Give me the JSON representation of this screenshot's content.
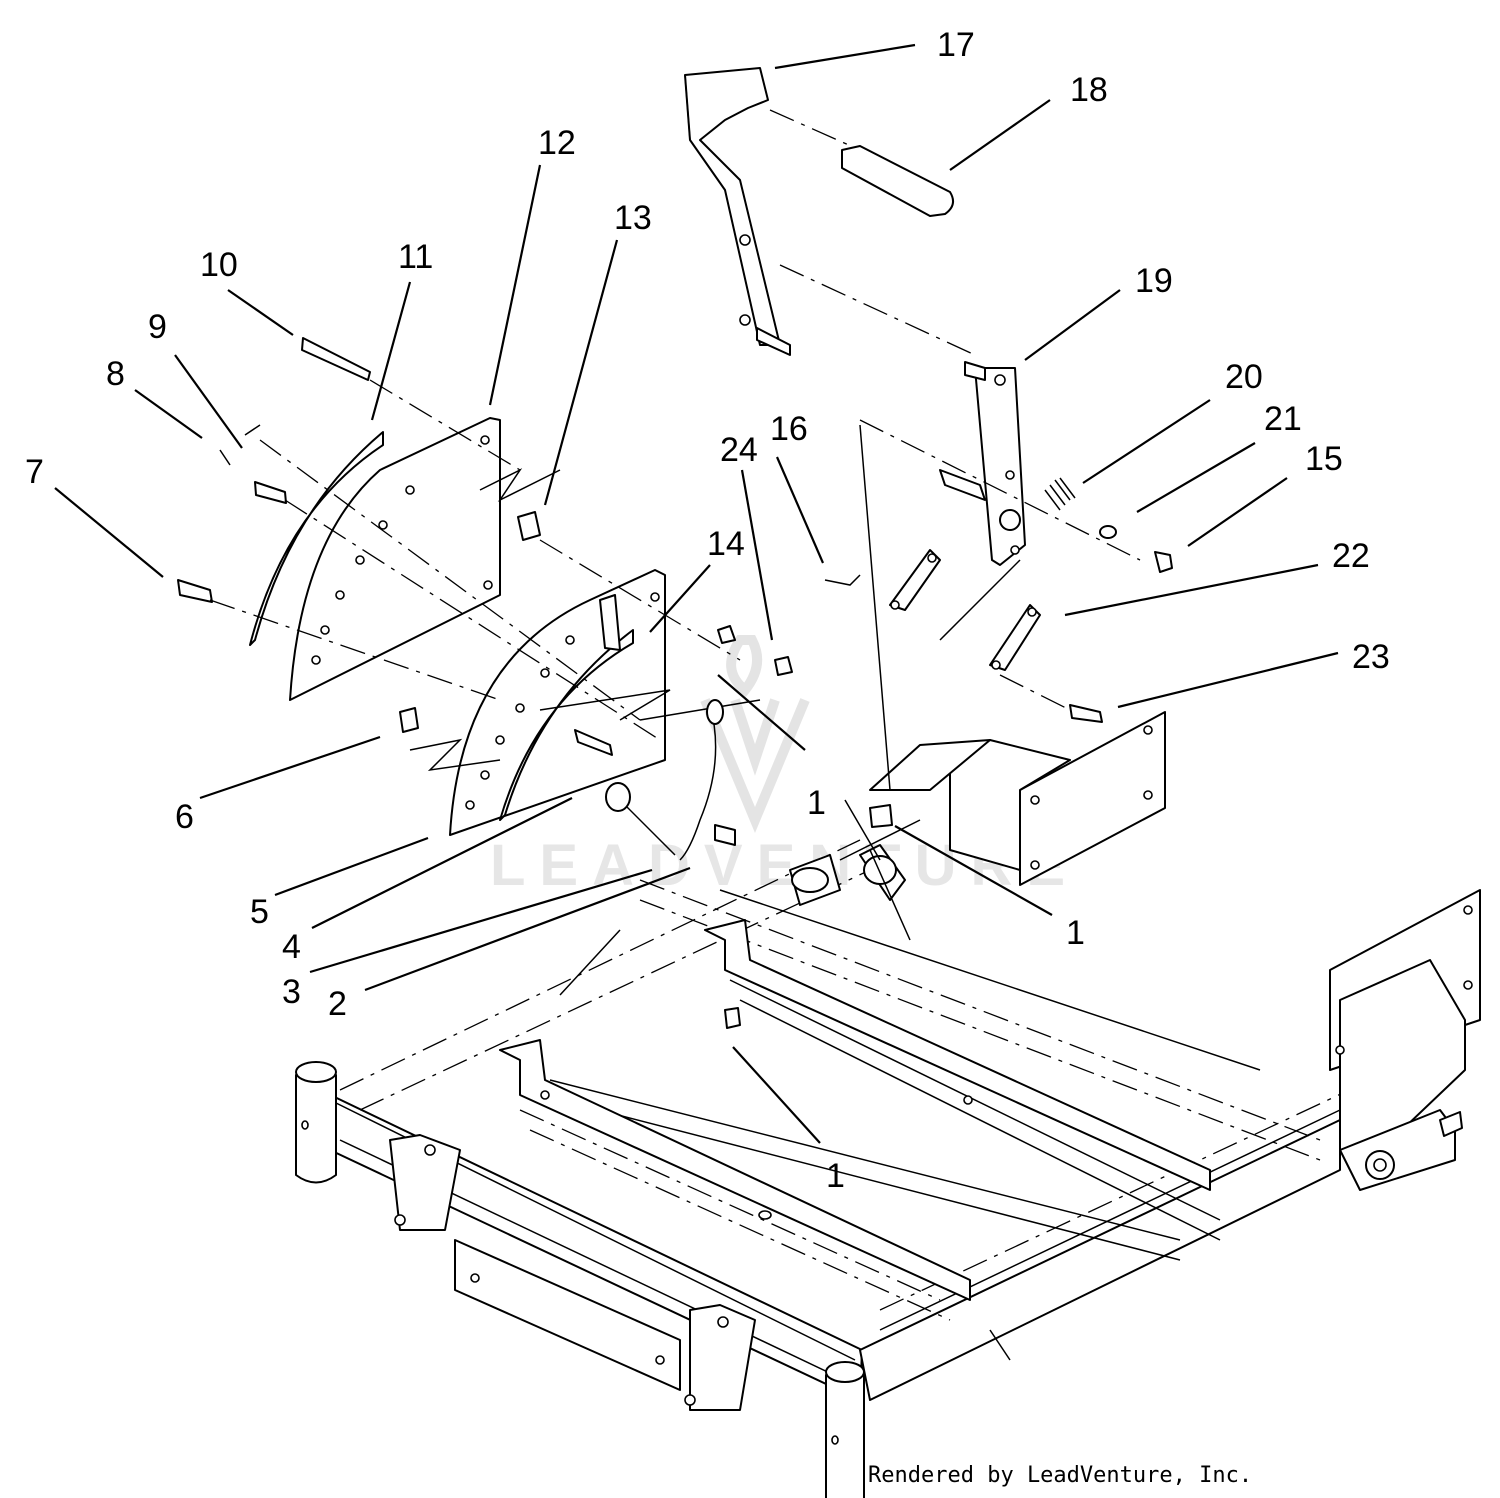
{
  "callouts": [
    {
      "id": "17",
      "label": "17"
    },
    {
      "id": "18",
      "label": "18"
    },
    {
      "id": "12",
      "label": "12"
    },
    {
      "id": "13",
      "label": "13"
    },
    {
      "id": "10",
      "label": "10"
    },
    {
      "id": "11",
      "label": "11"
    },
    {
      "id": "19",
      "label": "19"
    },
    {
      "id": "9",
      "label": "9"
    },
    {
      "id": "8",
      "label": "8"
    },
    {
      "id": "20",
      "label": "20"
    },
    {
      "id": "21",
      "label": "21"
    },
    {
      "id": "24",
      "label": "24"
    },
    {
      "id": "16",
      "label": "16"
    },
    {
      "id": "15",
      "label": "15"
    },
    {
      "id": "7",
      "label": "7"
    },
    {
      "id": "14",
      "label": "14"
    },
    {
      "id": "22",
      "label": "22"
    },
    {
      "id": "23",
      "label": "23"
    },
    {
      "id": "1a",
      "label": "1"
    },
    {
      "id": "6",
      "label": "6"
    },
    {
      "id": "1b",
      "label": "1"
    },
    {
      "id": "5",
      "label": "5"
    },
    {
      "id": "4",
      "label": "4"
    },
    {
      "id": "3",
      "label": "3"
    },
    {
      "id": "2",
      "label": "2"
    },
    {
      "id": "1c",
      "label": "1"
    }
  ],
  "watermark": {
    "logo": "leadventure-logo",
    "text": "LEADVENTURE"
  },
  "credit": "Rendered by LeadVenture, Inc."
}
